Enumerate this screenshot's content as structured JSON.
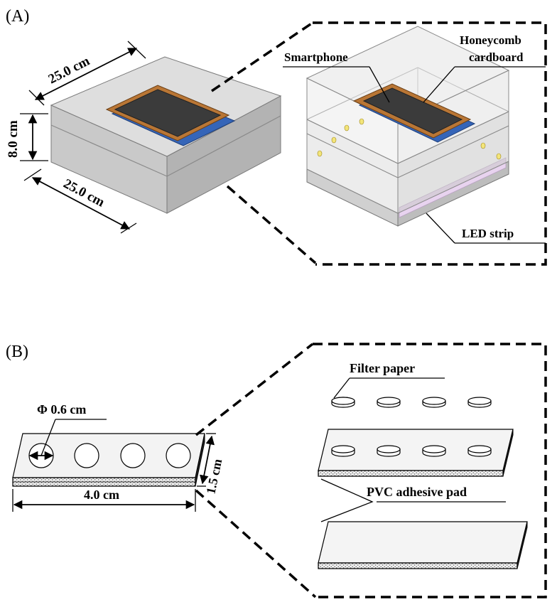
{
  "panel_a": {
    "label": "(A)",
    "dim_width": "25.0 cm",
    "dim_height": "8.0 cm",
    "dim_depth": "25.0 cm",
    "callout_smartphone": "Smartphone",
    "callout_honeycomb_line1": "Honeycomb",
    "callout_honeycomb_line2": "cardboard",
    "callout_led": "LED strip"
  },
  "panel_b": {
    "label": "(B)",
    "dim_diameter": "Φ 0.6 cm",
    "dim_length": "4.0 cm",
    "dim_width": "1.5 cm",
    "callout_filter": "Filter paper",
    "callout_pvc": "PVC adhesive pad"
  },
  "colors": {
    "box_top": "#dcdcdc",
    "box_front": "#c4c4c4",
    "box_side": "#b0b0b0",
    "frame_wood": "#b87434",
    "screen": "#3a3a3a",
    "phone_edge": "#2f5fb0",
    "led": "#f4e77a",
    "led_strip": "#e6d2ee"
  }
}
